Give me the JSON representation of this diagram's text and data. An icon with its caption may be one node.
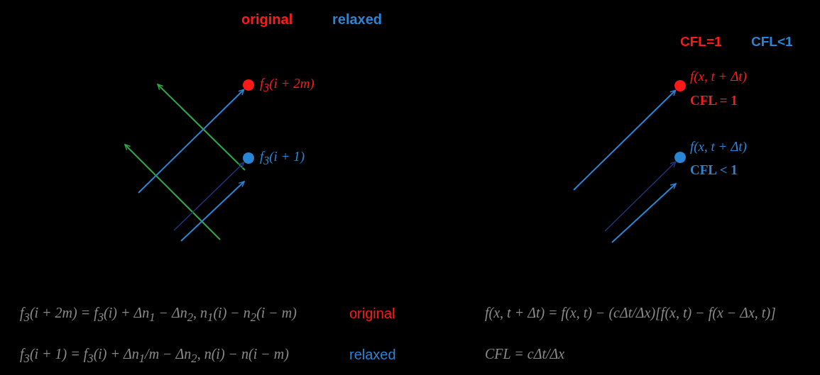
{
  "diagram": {
    "nodes": [
      {
        "text": [],
        "shape": "circle",
        "beside": [
          "f$_{3}$(i + 2m)"
        ]
      },
      {
        "text": [],
        "shape": "circle",
        "beside": [
          "f$_{3}$(i + 1)"
        ]
      },
      {
        "text": [],
        "shape": "circle",
        "beside": [
          "f(x, t + Δt)",
          "CFL = 1"
        ]
      },
      {
        "text": [],
        "shape": "circle",
        "beside": [
          "f(x, t + Δt)",
          "CFL < 1"
        ]
      }
    ],
    "edges": [
      {
        "from": null,
        "to": 0,
        "arrow": "to"
      },
      {
        "from": null,
        "to": 1,
        "arrow": "to",
        "color": "#23367a"
      },
      {
        "from": null,
        "to": 2,
        "arrow": "to"
      },
      {
        "from": null,
        "to": 3,
        "arrow": "to",
        "color": "#23367a"
      }
    ],
    "labels": [
      "original",
      "relaxed",
      "CFL=1",
      "CFL<1",
      "f$_{3}$(i + 2m) = f$_{3}$(i) + Δn$_{1}$ − Δn$_{2}$,  n$_{1}$(i) − n$_{2}$(i − m)",
      "original",
      "f(x, t + Δt) = f(x, t) − (cΔt/Δx)[f(x, t) − f(x − Δx, t)]",
      "f$_{3}$(i + 1) = f$_{3}$(i) + Δn$_{1}$/m − Δn$_{2}$,  n(i) − n(i − m)",
      "relaxed",
      "CFL = cΔt/Δx"
    ]
  }
}
